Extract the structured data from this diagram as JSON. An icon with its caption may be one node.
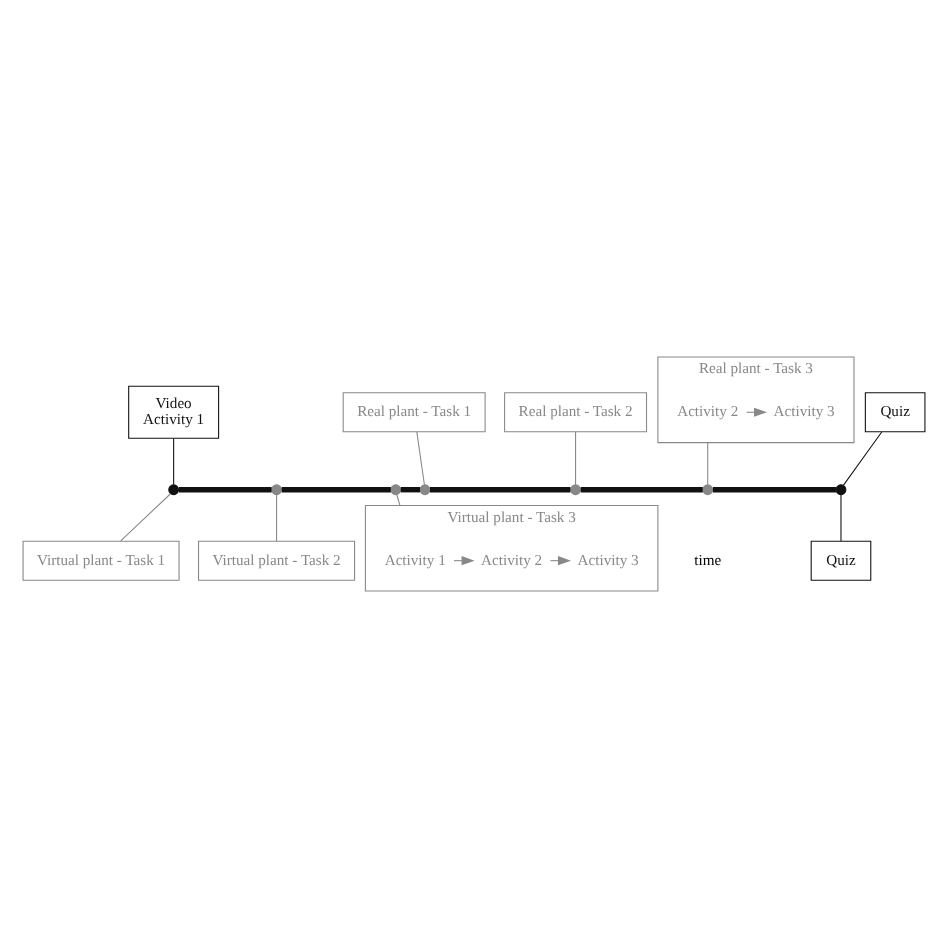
{
  "diagram": {
    "nodes": [
      {
        "text": [
          "Video",
          "Activity 1"
        ]
      },
      {
        "text": [
          "Real plant - Task 1"
        ]
      },
      {
        "text": [
          "Real plant - Task 2"
        ]
      },
      {
        "text": [
          "Real plant - Task 3"
        ]
      },
      {
        "text": [
          "Activity 2"
        ],
        "in": 3
      },
      {
        "text": [
          "Activity 3"
        ],
        "in": 3
      },
      {
        "text": [
          "Quiz"
        ]
      },
      {
        "text": [
          "Virtual plant - Task 1"
        ]
      },
      {
        "text": [
          "Virtual plant - Task 2"
        ]
      },
      {
        "text": [
          "Virtual plant - Task 3"
        ]
      },
      {
        "text": [
          "Activity 1"
        ],
        "in": 9
      },
      {
        "text": [
          "Activity 2"
        ],
        "in": 9
      },
      {
        "text": [
          "Activity 3"
        ],
        "in": 9
      },
      {
        "text": [
          "Quiz"
        ]
      },
      {
        "text": [],
        "shape": "circle"
      },
      {
        "text": [],
        "shape": "circle"
      },
      {
        "text": [],
        "shape": "circle"
      },
      {
        "text": [],
        "shape": "circle"
      },
      {
        "text": [],
        "shape": "circle"
      },
      {
        "text": [],
        "shape": "circle"
      },
      {
        "text": [],
        "shape": "circle"
      }
    ],
    "edges": [
      {
        "from": 0,
        "to": 14,
        "arrow": "none"
      },
      {
        "from": 14,
        "to": 7,
        "arrow": "none",
        "color": "#888888"
      },
      {
        "from": 15,
        "to": 8,
        "arrow": "none",
        "color": "#888888"
      },
      {
        "from": 16,
        "to": 9,
        "arrow": "none",
        "color": "#888888"
      },
      {
        "from": 1,
        "to": 17,
        "arrow": "none",
        "color": "#888888"
      },
      {
        "from": 2,
        "to": 18,
        "arrow": "none",
        "color": "#888888"
      },
      {
        "from": 3,
        "to": 19,
        "arrow": "none",
        "color": "#888888"
      },
      {
        "from": 4,
        "to": 5,
        "arrow": "to",
        "color": "#888888"
      },
      {
        "from": 10,
        "to": 11,
        "arrow": "to",
        "color": "#888888"
      },
      {
        "from": 11,
        "to": 12,
        "arrow": "to",
        "color": "#888888"
      },
      {
        "from": 6,
        "to": 20,
        "arrow": "none"
      },
      {
        "from": 20,
        "to": 13,
        "arrow": "none"
      },
      {
        "from": 14,
        "to": 15,
        "arrow": "none",
        "style": "thick"
      },
      {
        "from": 15,
        "to": 16,
        "arrow": "none",
        "style": "thick"
      },
      {
        "from": 16,
        "to": 17,
        "arrow": "none",
        "style": "thick"
      },
      {
        "from": 17,
        "to": 18,
        "arrow": "none",
        "style": "thick"
      },
      {
        "from": 18,
        "to": 19,
        "arrow": "none",
        "style": "thick"
      },
      {
        "from": 19,
        "to": 20,
        "arrow": "none",
        "style": "thick"
      }
    ],
    "labels": [
      "time"
    ]
  }
}
